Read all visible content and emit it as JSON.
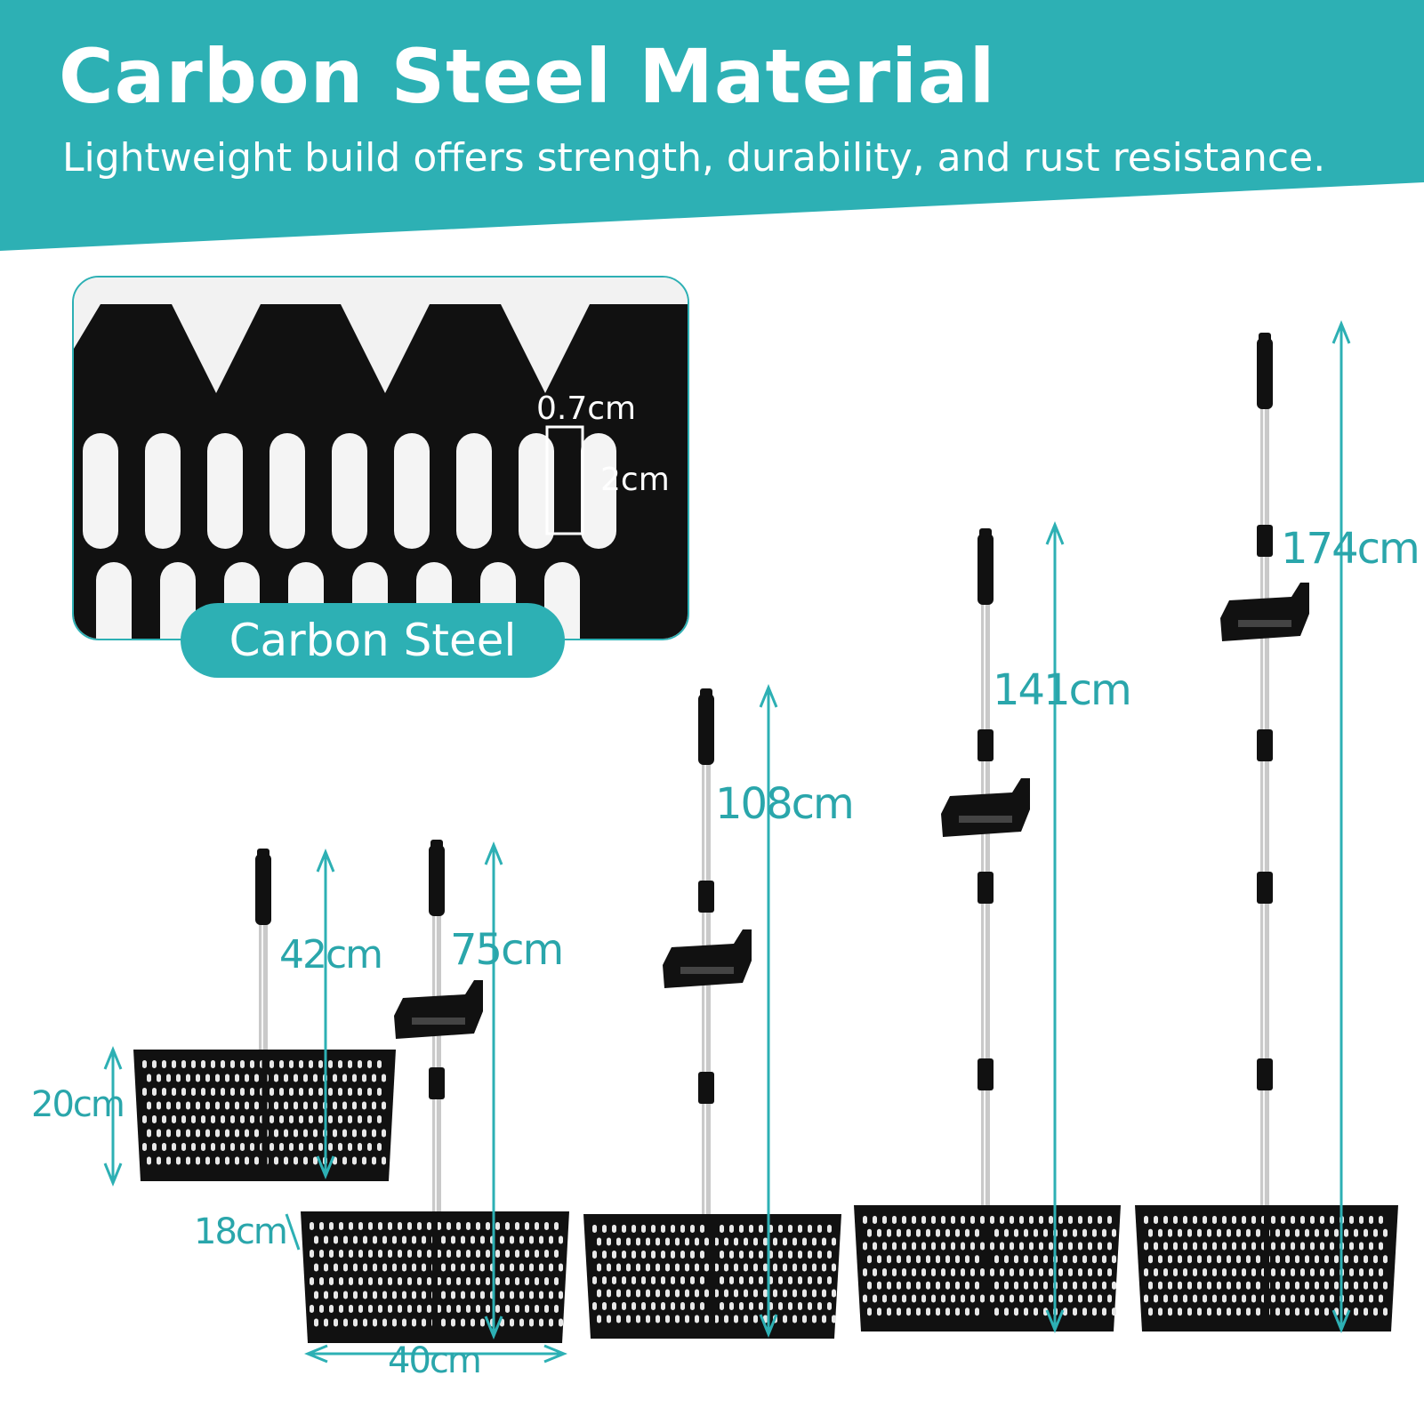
{
  "header": {
    "title": "Carbon Steel Material",
    "subtitle": "Lightweight build offers strength, durability, and rust resistance."
  },
  "inset": {
    "hole_width": "0.7cm",
    "hole_height": "2cm",
    "badge": "Carbon Steel"
  },
  "dimensions": {
    "basket_height_top": "20cm",
    "basket_height_bottom": "18cm",
    "basket_width": "40cm",
    "lengths": [
      "42cm",
      "75cm",
      "108cm",
      "141cm",
      "174cm"
    ]
  },
  "colors": {
    "accent": "#2db0b4",
    "dimension_text": "#2aa6ab",
    "product_black": "#111111",
    "steel": "#c9c9c9"
  }
}
